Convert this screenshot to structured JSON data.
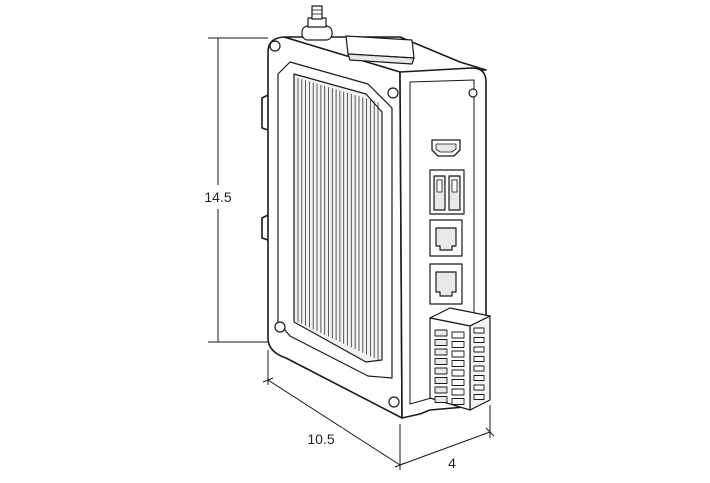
{
  "dimensions": {
    "height_label": "14.5",
    "depth_label": "10.5",
    "width_label": "4"
  },
  "colors": {
    "stroke": "#1a1a1a",
    "body_fill": "#ffffff",
    "fin_fill": "#f2f2f2",
    "port_fill": "#e8e8e8"
  },
  "parts": {
    "fin_count": 22,
    "terminal_rows": 8
  }
}
